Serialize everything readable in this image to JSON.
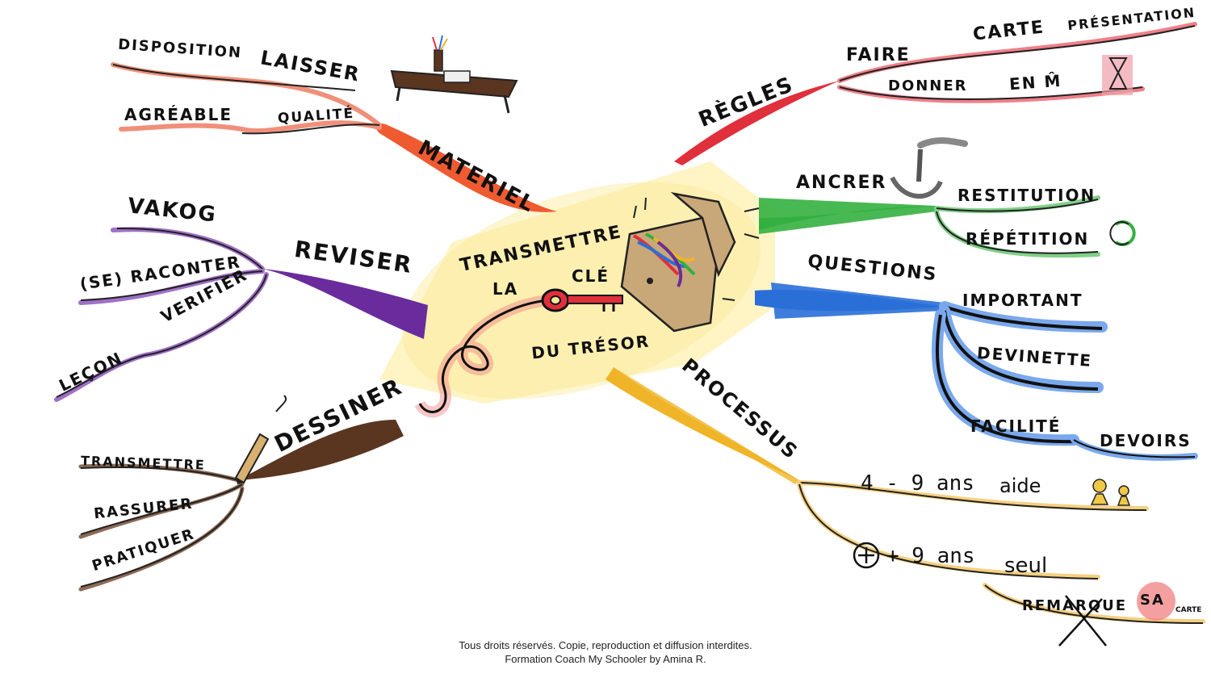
{
  "center": {
    "line1": "TRANSMETTRE",
    "line2": "LA",
    "line3": "CLÉ",
    "line4": "DU TRÉSOR"
  },
  "branches": {
    "materiel": {
      "label": "MATERIEL",
      "color": "#f05a30",
      "subs": [
        "DISPOSITION",
        "LAISSER",
        "AGRÉABLE",
        "QUALITÉ"
      ]
    },
    "reviser": {
      "label": "REVISER",
      "color": "#6a2c9c",
      "subs": [
        "VAKOG",
        "(SE) RACONTER",
        "VERIFIER",
        "LEÇON"
      ]
    },
    "dessiner": {
      "label": "DESSINER",
      "color": "#5a3520",
      "subs": [
        "TRANSMETTRE",
        "RASSURER",
        "PRATIQUER"
      ]
    },
    "regles": {
      "label": "RÈGLES",
      "color": "#e0303c",
      "subs": [
        "FAIRE",
        "CARTE",
        "PRÉSENTATION",
        "DONNER",
        "EN M̂"
      ]
    },
    "ancrer": {
      "label": "ANCRER",
      "color": "#34b040",
      "subs": [
        "RESTITUTION",
        "RÉPÉTITION"
      ]
    },
    "questions": {
      "label": "QUESTIONS",
      "color": "#2a6fd8",
      "subs": [
        "IMPORTANT",
        "DEVINETTE",
        "FACILITÉ",
        "DEVOIRS"
      ]
    },
    "processus": {
      "label": "PROCESSUS",
      "color": "#f0b428",
      "subs": [
        "4 - 9 ans",
        "aide",
        "+ 9 ans",
        "seul",
        "REMARQUE",
        "SA",
        "CARTE"
      ]
    }
  },
  "footer": {
    "line1": "Tous droits réservés. Copie, reproduction et diffusion interdites.",
    "line2": "Formation Coach My Schooler by Amina R."
  }
}
